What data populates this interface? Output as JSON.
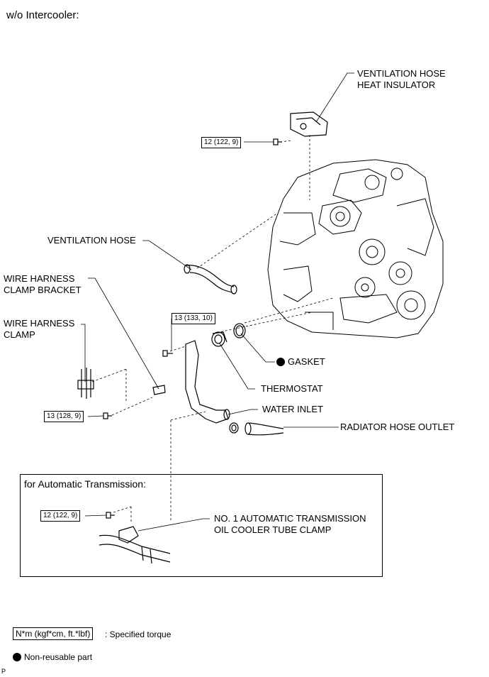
{
  "header": {
    "variant_title": "w/o Intercooler:"
  },
  "labels": {
    "ventilation_hose_heat_insulator_1": "VENTILATION HOSE",
    "ventilation_hose_heat_insulator_2": "HEAT INSULATOR",
    "ventilation_hose": "VENTILATION HOSE",
    "wire_harness_clamp_bracket_1": "WIRE HARNESS",
    "wire_harness_clamp_bracket_2": "CLAMP BRACKET",
    "wire_harness_clamp_1": "WIRE HARNESS",
    "wire_harness_clamp_2": "CLAMP",
    "gasket": "GASKET",
    "thermostat": "THERMOSTAT",
    "water_inlet": "WATER INLET",
    "radiator_hose_outlet": "RADIATOR HOSE OUTLET",
    "oil_cooler_clamp_1": "NO. 1 AUTOMATIC TRANSMISSION",
    "oil_cooler_clamp_2": "OIL COOLER TUBE CLAMP"
  },
  "torques": {
    "heat_insulator_bolt": "12 (122, 9)",
    "water_inlet_bolt": "13 (133, 10)",
    "bracket_bolt": "13 (128, 9)",
    "at_clamp_bolt": "12 (122, 9)"
  },
  "automatic_section": {
    "title": "for Automatic Transmission:"
  },
  "legend": {
    "torque_unit": "N*m (kgf*cm, ft.*lbf)",
    "torque_desc": ": Specified torque",
    "non_reusable": "Non-reusable part"
  },
  "footer": {
    "corner_mark": "P"
  }
}
